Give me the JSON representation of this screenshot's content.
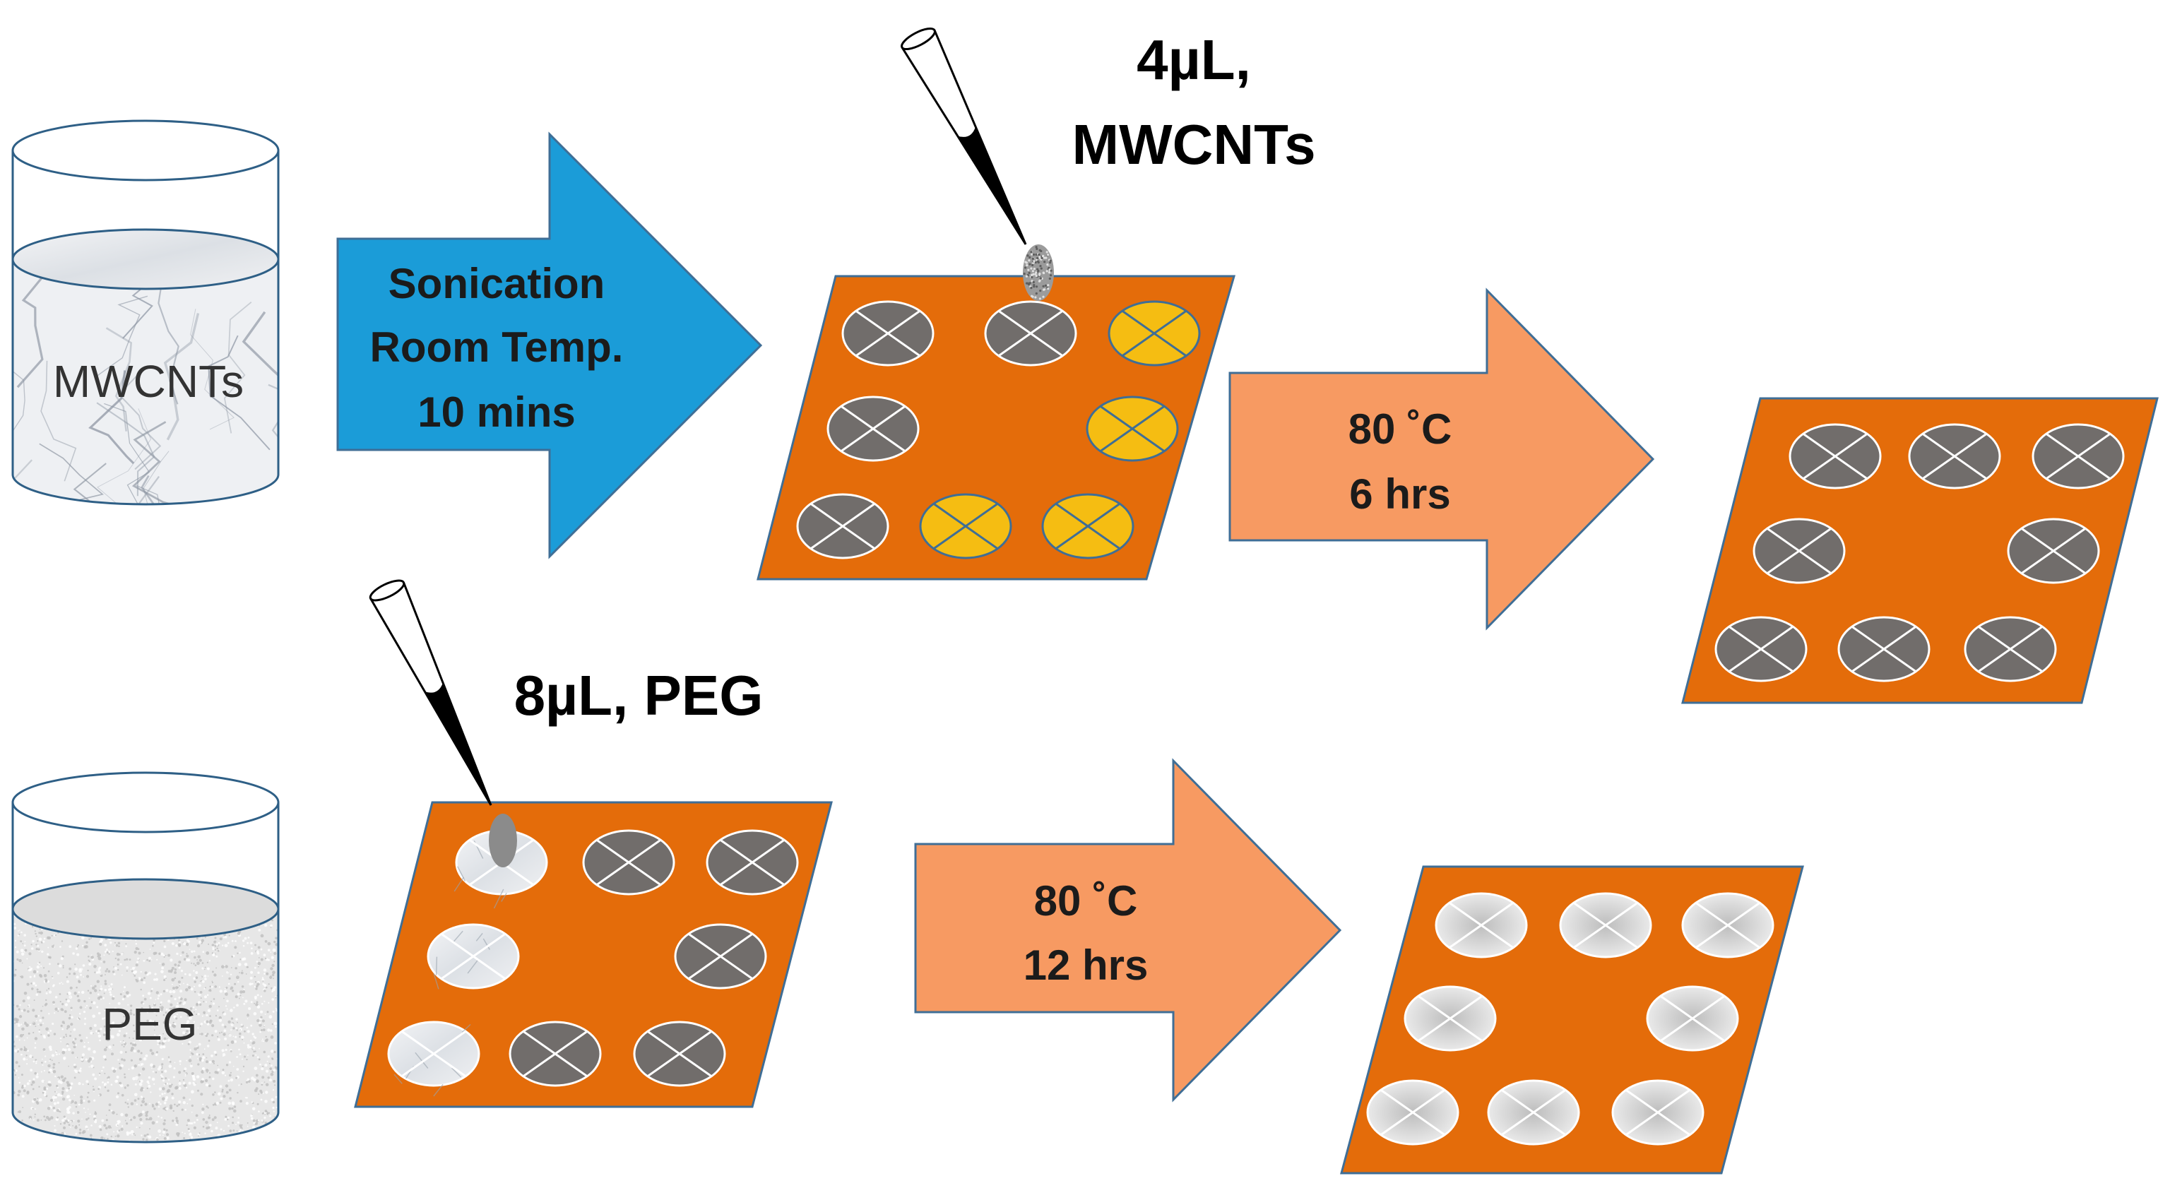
{
  "colors": {
    "panel": "#E46C0A",
    "panel_stroke": "#3F6E96",
    "arrow_blue": "#1B9CD8",
    "arrow_salmon": "#F79A62",
    "arrow_stroke": "#3F6E96",
    "well_dark": "#716D6B",
    "well_yellow": "#F5BD12",
    "well_marble": "#E2E6EA",
    "well_light": "#D8D8D8",
    "pipette_tip": "#000000"
  },
  "beakers": {
    "top": {
      "label": "MWCNTs",
      "fill": "marble"
    },
    "bottom": {
      "label": "PEG",
      "fill": "speckle"
    }
  },
  "arrows": {
    "sonication": {
      "lines": [
        "Sonication",
        "Room Temp.",
        "10 mins"
      ],
      "icon": "arrow-right-icon"
    },
    "heat_top": {
      "lines": [
        "80 ˚C",
        "6 hrs"
      ],
      "icon": "arrow-right-icon"
    },
    "heat_bottom": {
      "lines": [
        "80 ˚C",
        "12 hrs"
      ],
      "icon": "arrow-right-icon"
    }
  },
  "pipettes": {
    "mwcnt_label": [
      "4µL,",
      "MWCNTs"
    ],
    "peg_label": "8µL, PEG",
    "icon": "pipette-icon"
  },
  "panels": {
    "mwcnt_loading": {
      "well_count": 8,
      "wells": [
        "dark",
        "dark",
        "yellow",
        "dark",
        "yellow",
        "dark",
        "yellow",
        "yellow"
      ],
      "droplet": "mwcnt-droplet"
    },
    "mwcnt_dried": {
      "well_count": 8,
      "wells": [
        "dark",
        "dark",
        "dark",
        "dark",
        "dark",
        "dark",
        "dark",
        "dark"
      ]
    },
    "peg_loading": {
      "well_count": 8,
      "wells": [
        "marble",
        "dark",
        "dark",
        "marble",
        "dark",
        "marble",
        "dark",
        "dark"
      ],
      "droplet": "peg-droplet"
    },
    "peg_dried": {
      "well_count": 8,
      "wells": [
        "light",
        "light",
        "light",
        "light",
        "light",
        "light",
        "light",
        "light"
      ]
    }
  }
}
